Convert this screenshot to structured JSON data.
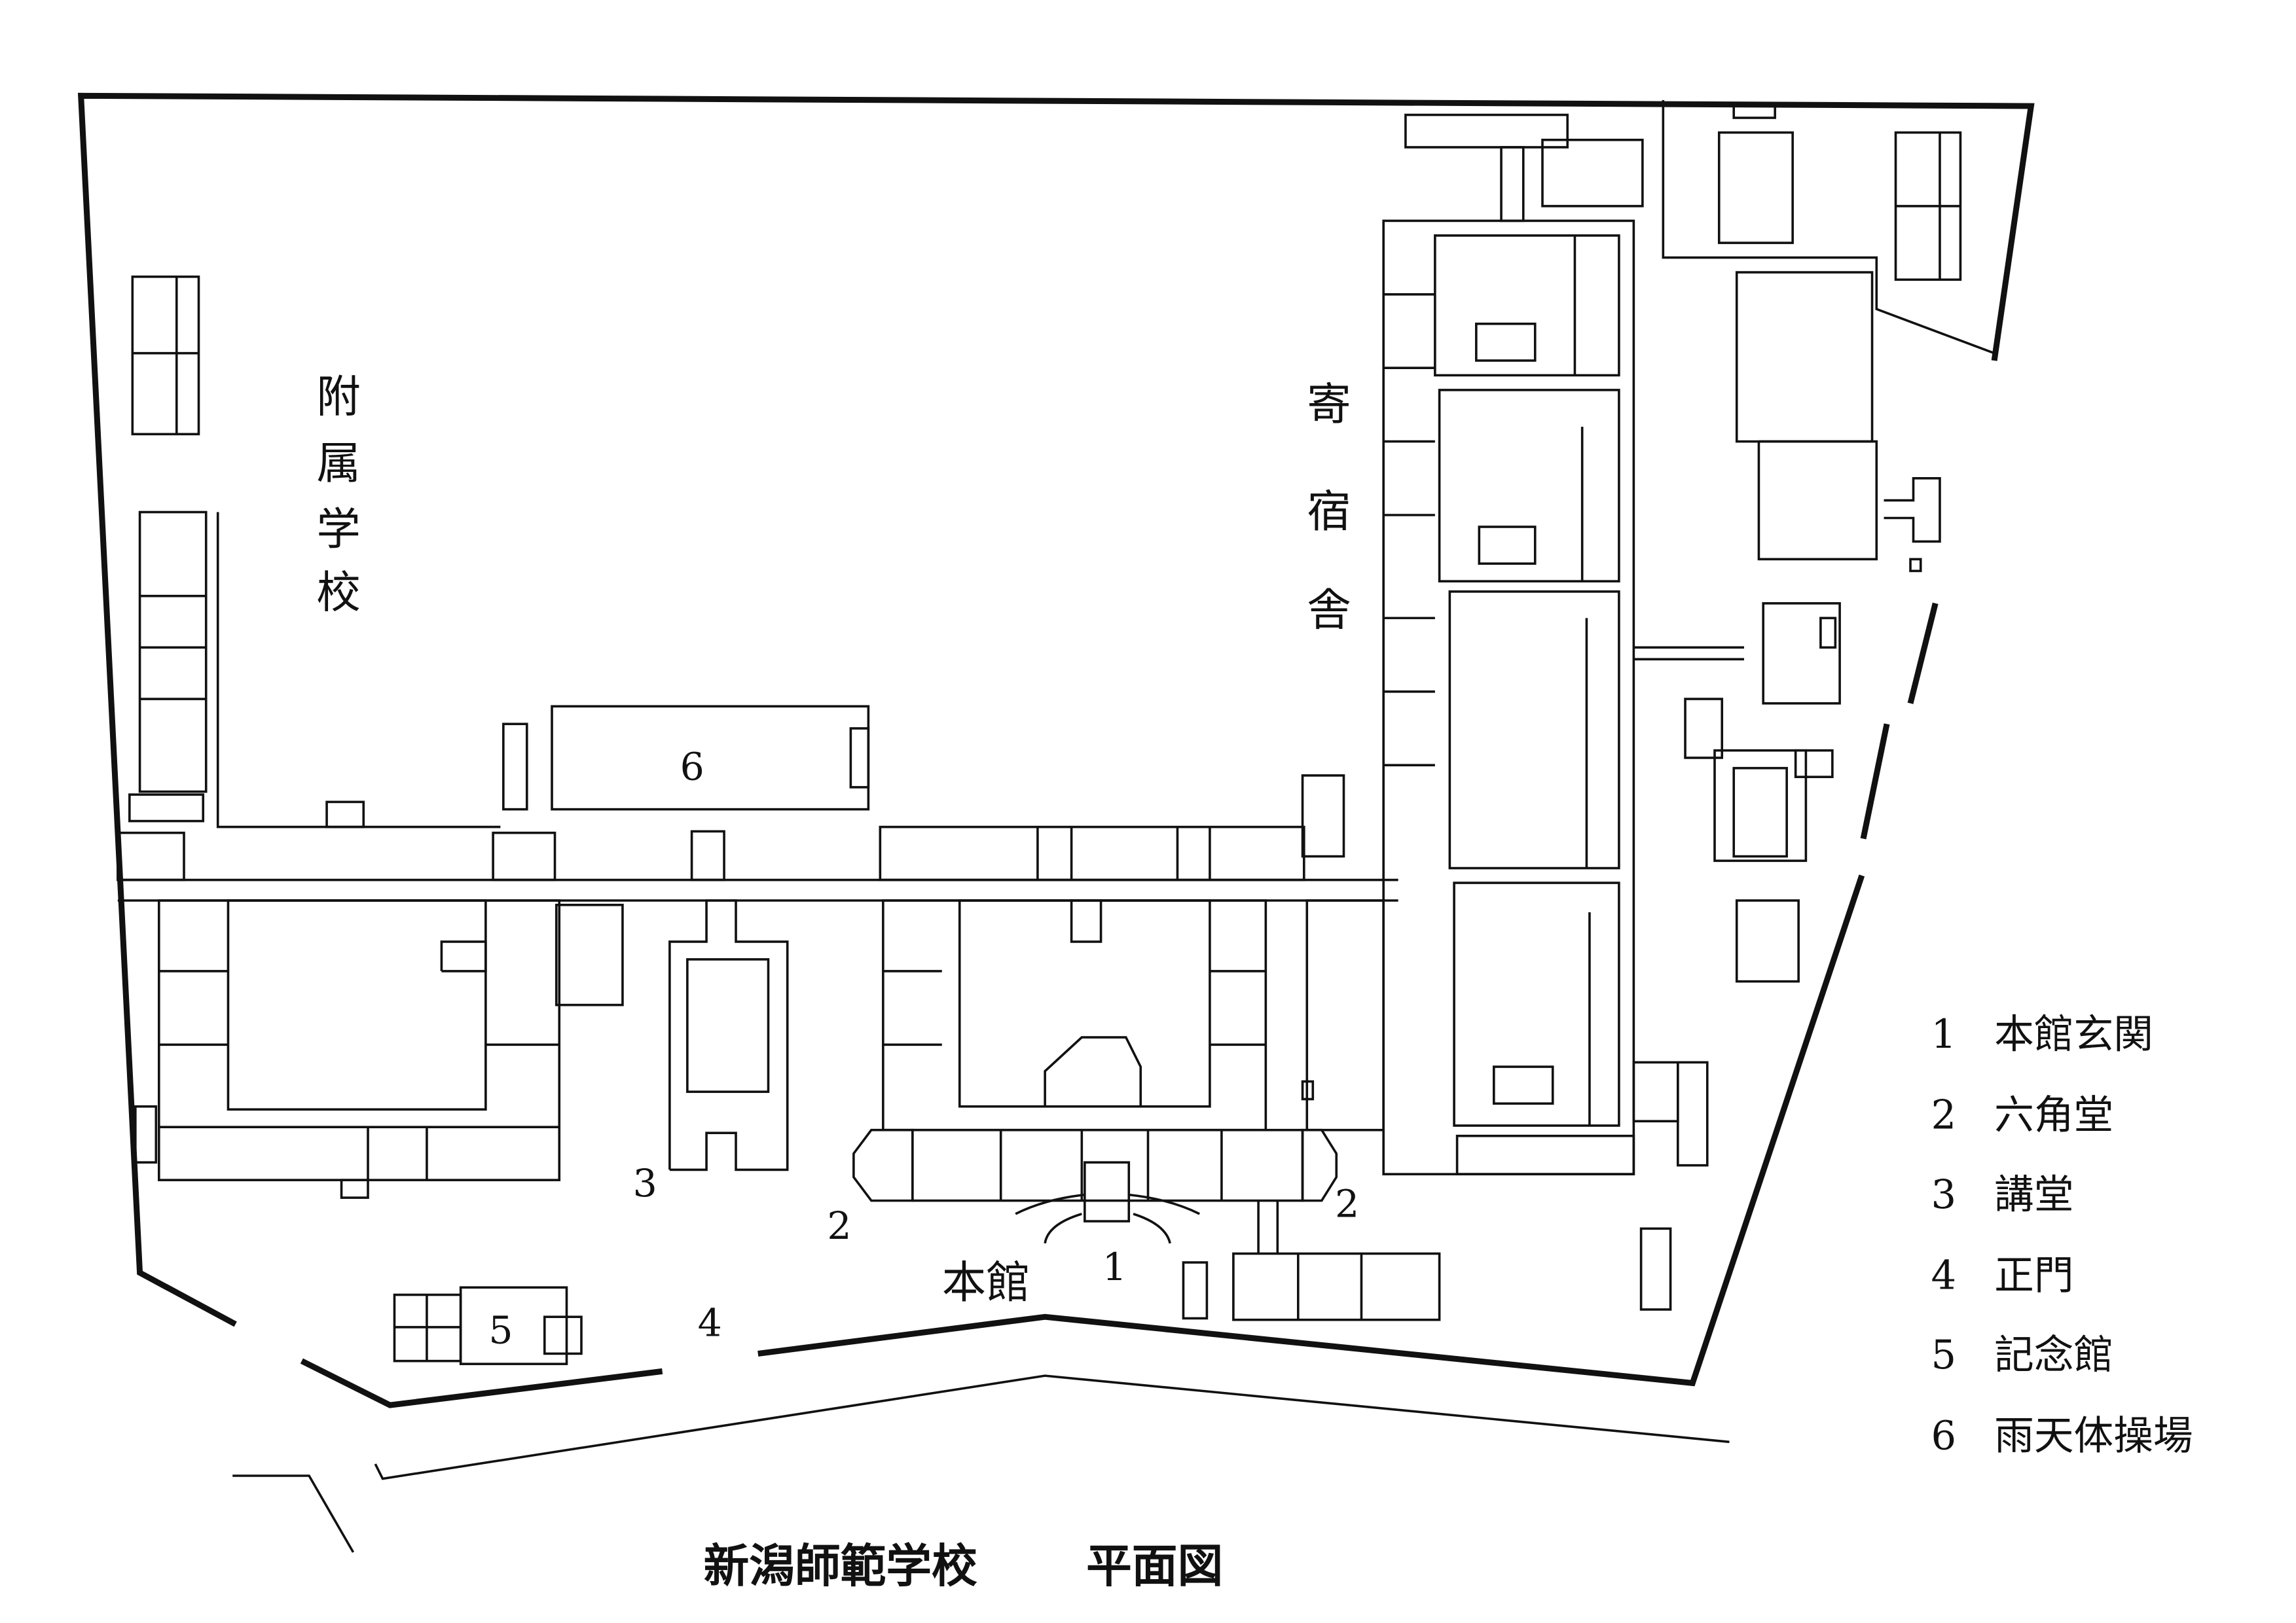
{
  "title": {
    "main": "新潟師範学校",
    "sub": "平面図"
  },
  "areas": {
    "annex_school": [
      "附",
      "属",
      "学",
      "校"
    ],
    "dormitory": [
      "寄",
      "宿",
      "舎"
    ],
    "main_building": "本館"
  },
  "markers": {
    "m1": "1",
    "m2a": "2",
    "m2b": "2",
    "m3": "3",
    "m4": "4",
    "m5": "5",
    "m6": "6"
  },
  "legend": [
    {
      "num": "1",
      "label": "本館玄関"
    },
    {
      "num": "2",
      "label": "六角堂"
    },
    {
      "num": "3",
      "label": "講堂"
    },
    {
      "num": "4",
      "label": "正門"
    },
    {
      "num": "5",
      "label": "記念館"
    },
    {
      "num": "6",
      "label": "雨天体操場"
    }
  ]
}
